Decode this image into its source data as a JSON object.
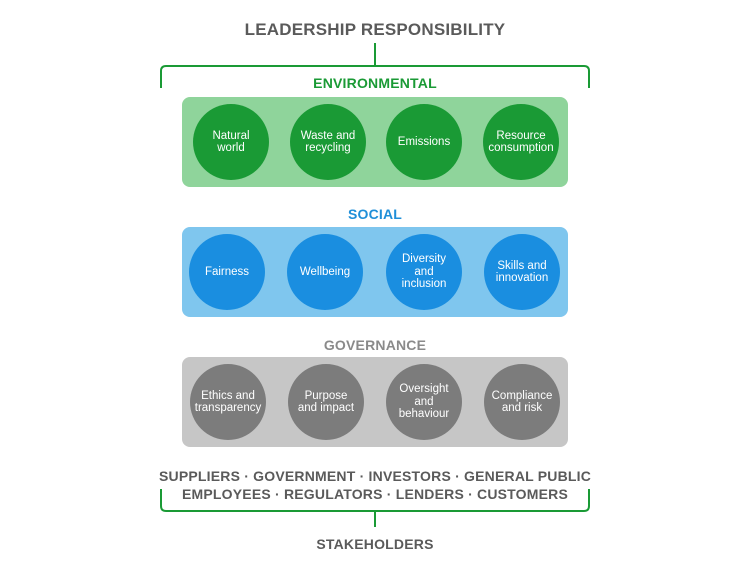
{
  "title": "LEADERSHIP RESPONSIBILITY",
  "sections": {
    "environmental": {
      "label": "ENVIRONMENTAL",
      "items": [
        "Natural\nworld",
        "Waste and\nrecycling",
        "Emissions",
        "Resource\nconsumption"
      ]
    },
    "social": {
      "label": "SOCIAL",
      "items": [
        "Fairness",
        "Wellbeing",
        "Diversity\nand\ninclusion",
        "Skills and\ninnovation"
      ]
    },
    "governance": {
      "label": "GOVERNANCE",
      "items": [
        "Ethics and\ntransparency",
        "Purpose\nand impact",
        "Oversight\nand\nbehaviour",
        "Compliance\nand risk"
      ]
    }
  },
  "stakeholders": {
    "line1": "SUPPLIERS  ·  GOVERNMENT  ·  INVESTORS  ·  GENERAL PUBLIC",
    "line2": "EMPLOYEES  ·  REGULATORS  ·  LENDERS  ·  CUSTOMERS",
    "label": "STAKEHOLDERS"
  },
  "colors": {
    "environmental": "#1a9a35",
    "environmental_band": "#8fd49b",
    "social": "#1a8ee0",
    "social_band": "#7fc6ee",
    "governance": "#7c7c7c",
    "governance_band": "#c6c6c6",
    "bracket": "#1a9a35",
    "text": "#5a5a5a"
  }
}
